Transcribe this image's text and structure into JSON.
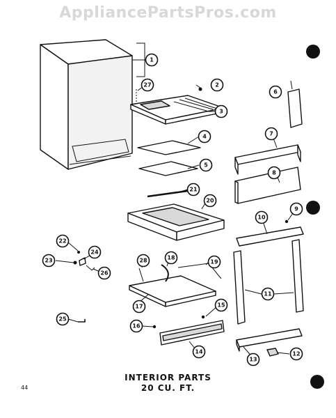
{
  "watermark": "AppliancePartsPros.com",
  "title_line1": "INTERIOR PARTS",
  "title_line2": "20 CU. FT.",
  "page_number": "44",
  "callouts": [
    "1",
    "2",
    "3",
    "4",
    "5",
    "6",
    "7",
    "8",
    "9",
    "10",
    "11",
    "12",
    "13",
    "14",
    "15",
    "16",
    "17",
    "18",
    "19",
    "20",
    "21",
    "22",
    "23",
    "24",
    "25",
    "26",
    "27",
    "28"
  ]
}
